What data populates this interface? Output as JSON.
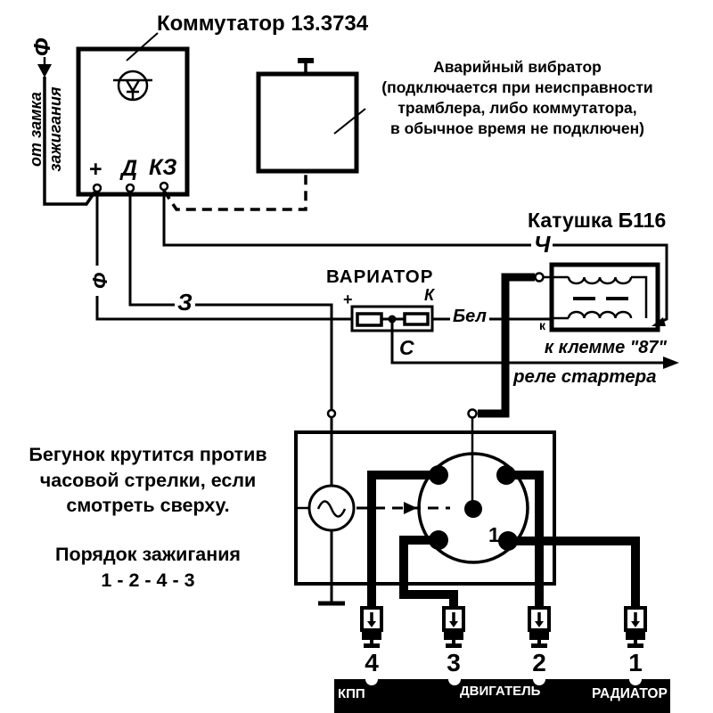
{
  "colors": {
    "ink": "#000000",
    "paper": "#ffffff"
  },
  "commutator": {
    "title": "Коммутатор 13.3734",
    "terminal_plus": "+",
    "terminal_d": "Д",
    "terminal_kz": "КЗ"
  },
  "ignition_feed": {
    "phi": "Ф",
    "line1": "от замка",
    "line2": "зажигания"
  },
  "vibrator": {
    "note_line1": "Аварийный вибратор",
    "note_line2": "(подключается при неисправности",
    "note_line3": "трамблера, либо коммутатора,",
    "note_line4": "в обычное время не подключен)"
  },
  "coil": {
    "title": "Катушка Б116",
    "terminal_k": "к"
  },
  "variator": {
    "title": "ВАРИАТОР",
    "terminal_plus": "+",
    "terminal_k": "К"
  },
  "wires": {
    "ch": "Ч",
    "z": "З",
    "phi": "Ф",
    "bel": "Бел",
    "s": "С"
  },
  "starter_relay": {
    "line1": "к клемме \"87\"",
    "line2": "реле стартера"
  },
  "notes": {
    "rotor_line1": "Бегунок крутится против",
    "rotor_line2": "часовой стрелки, если",
    "rotor_line3": "смотреть сверху.",
    "firing_title": "Порядок зажигания",
    "firing_order": "1 - 2 - 4 - 3"
  },
  "distributor": {
    "terminal_1": "1"
  },
  "plugs": {
    "p4": "4",
    "p3": "3",
    "p2": "2",
    "p1": "1"
  },
  "engine_bar": {
    "kpp": "КПП",
    "engine": "ДВИГАТЕЛЬ",
    "radiator": "РАДИАТОР"
  }
}
